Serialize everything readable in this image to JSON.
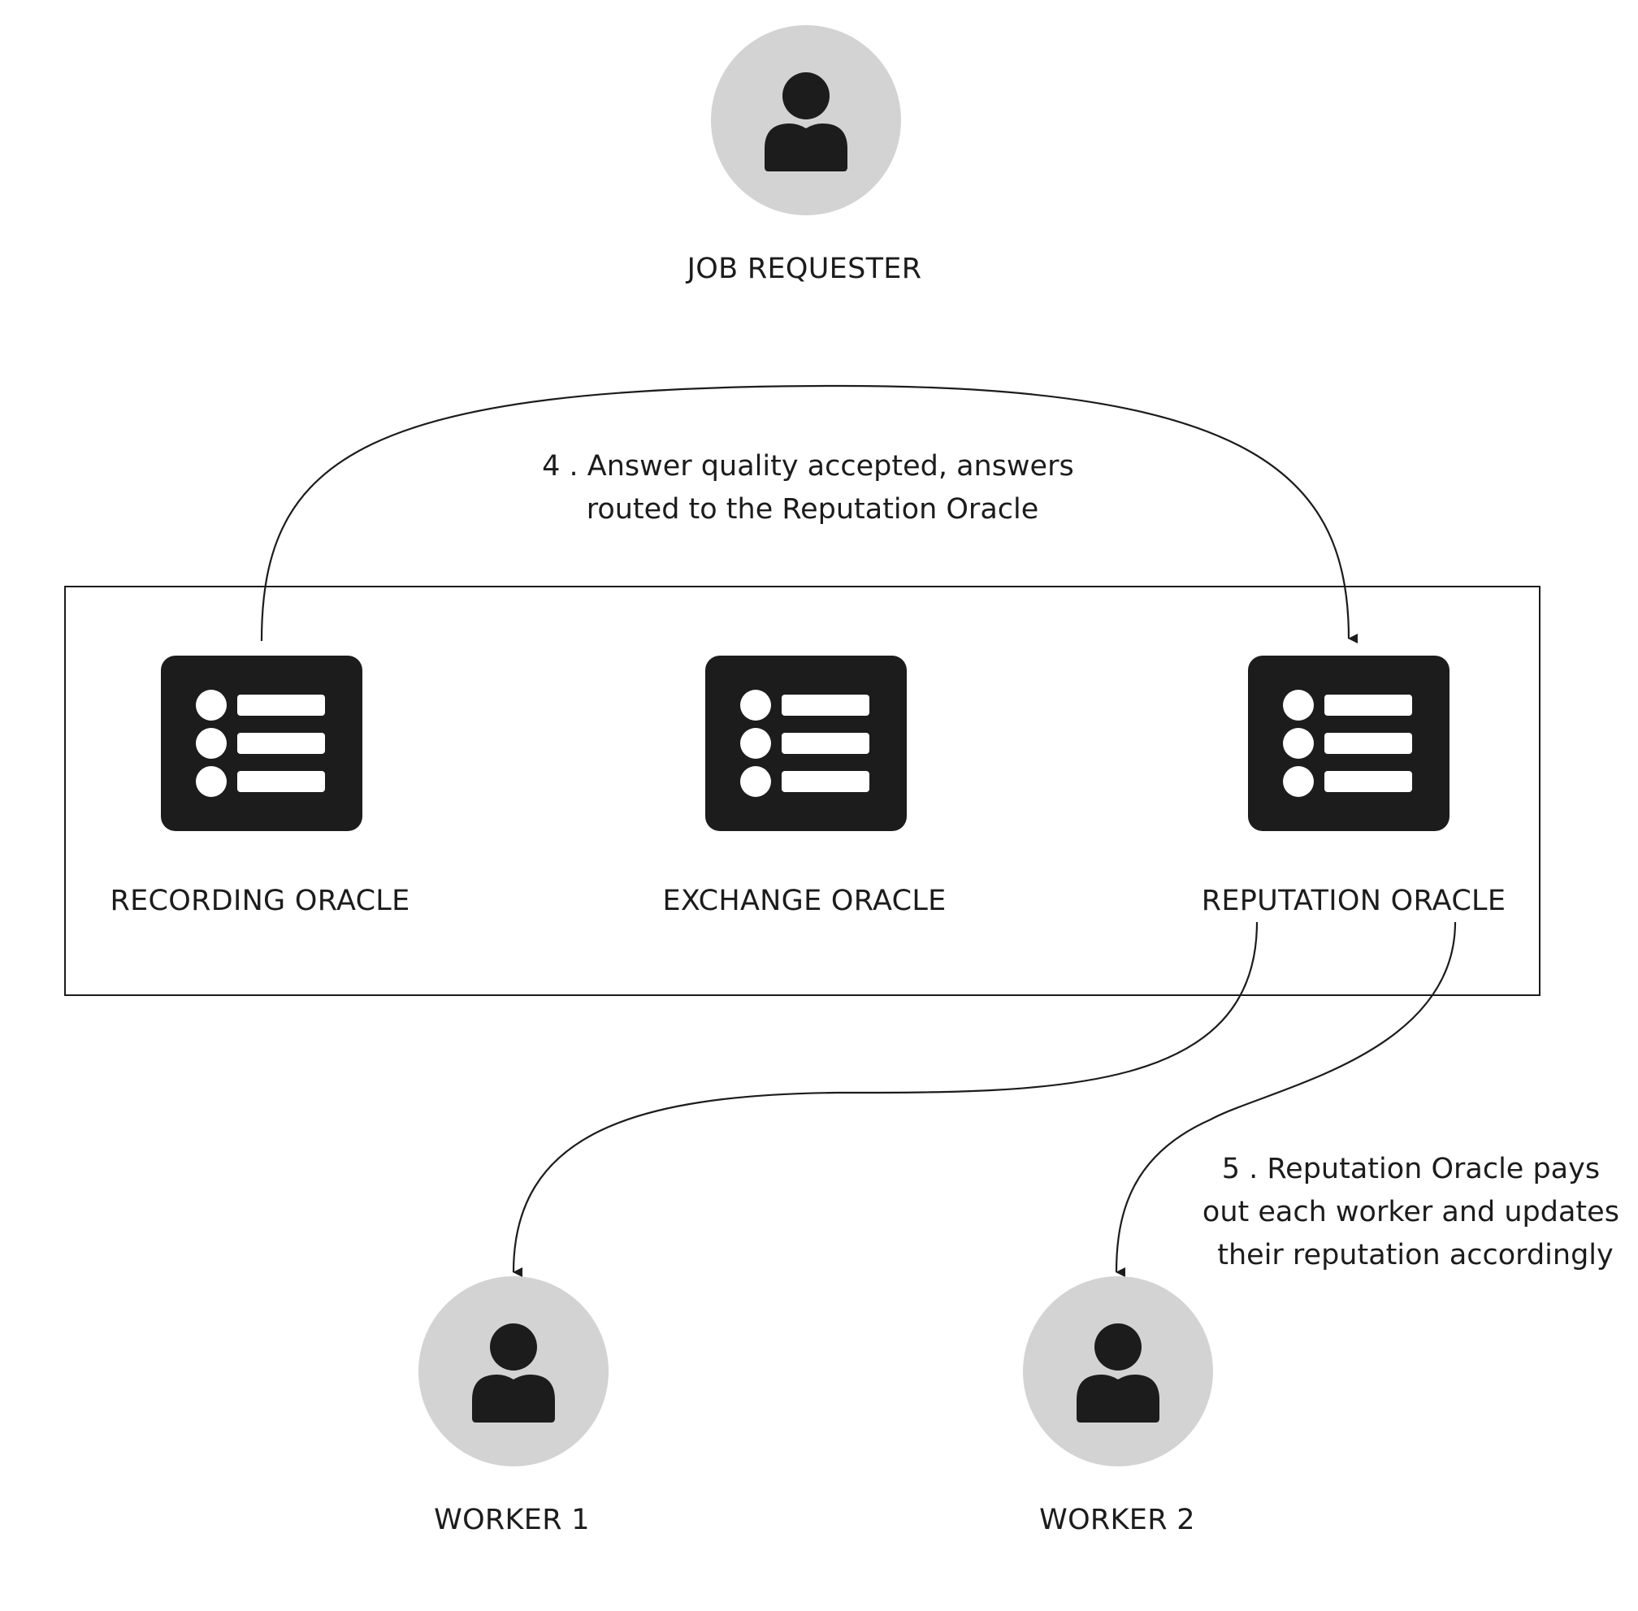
{
  "nodes": {
    "job_requester": {
      "label": "JOB REQUESTER",
      "icon": "person-icon"
    },
    "recording_oracle": {
      "label": "RECORDING ORACLE",
      "icon": "list-icon"
    },
    "exchange_oracle": {
      "label": "EXCHANGE ORACLE",
      "icon": "list-icon"
    },
    "reputation_oracle": {
      "label": "REPUTATION ORACLE",
      "icon": "list-icon"
    },
    "worker_1": {
      "label": "WORKER 1",
      "icon": "person-icon"
    },
    "worker_2": {
      "label": "WORKER 2",
      "icon": "person-icon"
    }
  },
  "edges": {
    "step4": {
      "from": "RECORDING ORACLE",
      "to": "REPUTATION ORACLE",
      "label_lines": [
        "4 . Answer quality accepted, answers",
        "routed to the Reputation Oracle"
      ]
    },
    "step5a": {
      "from": "REPUTATION ORACLE",
      "to": "WORKER 1"
    },
    "step5b": {
      "from": "REPUTATION ORACLE",
      "to": "WORKER 2",
      "label_lines": [
        "5 . Reputation Oracle pays",
        "out each worker and updates",
        "their reputation accordingly"
      ]
    }
  },
  "colors": {
    "ink": "#1c1c1c",
    "avatar_circle": "#d3d3d3",
    "background": "#ffffff"
  }
}
